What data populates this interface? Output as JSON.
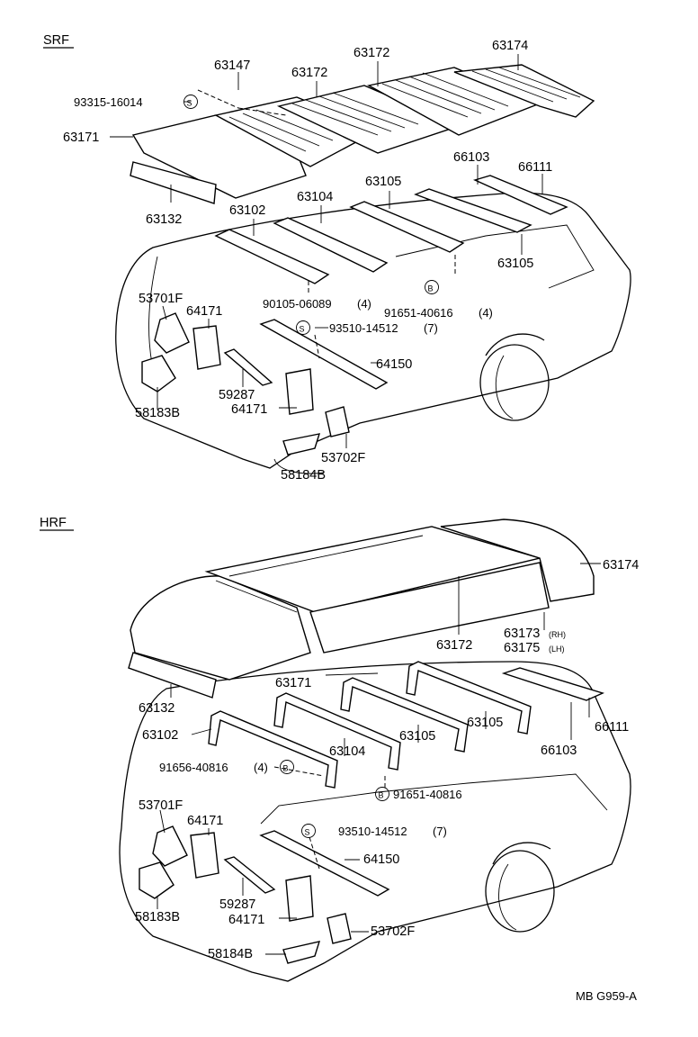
{
  "sections": {
    "srf": "SRF",
    "hrf": "HRF"
  },
  "srf_labels": {
    "p93315": "93315-16014",
    "p63147": "63147",
    "p63172a": "63172",
    "p63172b": "63172",
    "p63174": "63174",
    "p63171": "63171",
    "p63132": "63132",
    "p63102": "63102",
    "p63104": "63104",
    "p63105a": "63105",
    "p66103": "66103",
    "p66111": "66111",
    "p63105b": "63105",
    "p90105": "90105-06089",
    "p90105_qty": "(4)",
    "p91651": "91651-40616",
    "p91651_qty": "(4)",
    "p53701f": "53701F",
    "p64171a": "64171",
    "p93510": "93510-14512",
    "p93510_qty": "(7)",
    "p64150": "64150",
    "p58183b": "58183B",
    "p59287": "59287",
    "p64171b": "64171",
    "p53702f": "53702F",
    "p58184b": "58184B"
  },
  "hrf_labels": {
    "p63174": "63174",
    "p63173": "63173",
    "p63173_side": "(RH)",
    "p63175": "63175",
    "p63175_side": "(LH)",
    "p63172": "63172",
    "p63171": "63171",
    "p63132": "63132",
    "p63102": "63102",
    "p63104": "63104",
    "p63105a": "63105",
    "p63105b": "63105",
    "p66111": "66111",
    "p66103": "66103",
    "p91656": "91656-40816",
    "p91656_qty": "(4)",
    "p91651": "91651-40816",
    "p53701f": "53701F",
    "p64171a": "64171",
    "p93510": "93510-14512",
    "p93510_qty": "(7)",
    "p64150": "64150",
    "p58183b": "58183B",
    "p59287": "59287",
    "p64171b": "64171",
    "p53702f": "53702F",
    "p58184b": "58184B"
  },
  "callout_symbols": {
    "s": "S",
    "b": "B"
  },
  "footer": {
    "code": "MB G959-A"
  }
}
